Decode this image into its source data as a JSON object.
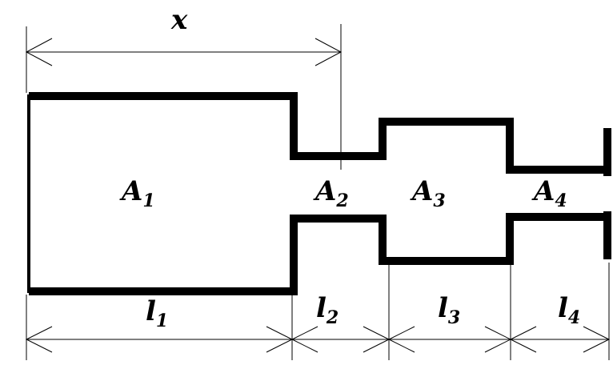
{
  "labels": {
    "x": "x",
    "areas": [
      {
        "base": "A",
        "sub": "1"
      },
      {
        "base": "A",
        "sub": "2"
      },
      {
        "base": "A",
        "sub": "3"
      },
      {
        "base": "A",
        "sub": "4"
      }
    ],
    "lengths": [
      {
        "base": "l",
        "sub": "1"
      },
      {
        "base": "l",
        "sub": "2"
      },
      {
        "base": "l",
        "sub": "3"
      },
      {
        "base": "l",
        "sub": "4"
      }
    ]
  },
  "colors": {
    "line": "#000000",
    "background": "#ffffff"
  }
}
